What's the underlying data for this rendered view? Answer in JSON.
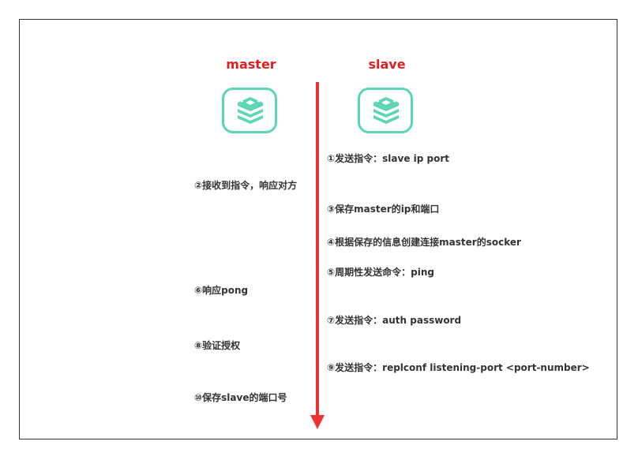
{
  "titles": {
    "master": "master",
    "slave": "slave"
  },
  "colors": {
    "title": "#e02020",
    "arrow": "#ee3333",
    "icon": "#5bd6b4",
    "text": "#333333"
  },
  "icons": {
    "master": "redis-logo-icon",
    "slave": "redis-logo-icon"
  },
  "steps": {
    "s1": "①发送指令：slave ip port",
    "s2": "②接收到指令，响应对方",
    "s3": "③保存master的ip和端口",
    "s4": "④根据保存的信息创建连接master的socker",
    "s5": "⑤周期性发送命令：ping",
    "s6": "⑥响应pong",
    "s7": "⑦发送指令：auth password",
    "s8": "⑧验证授权",
    "s9": "⑨发送指令：replconf listening-port <port-number>",
    "s10": "⑩保存slave的端口号"
  }
}
